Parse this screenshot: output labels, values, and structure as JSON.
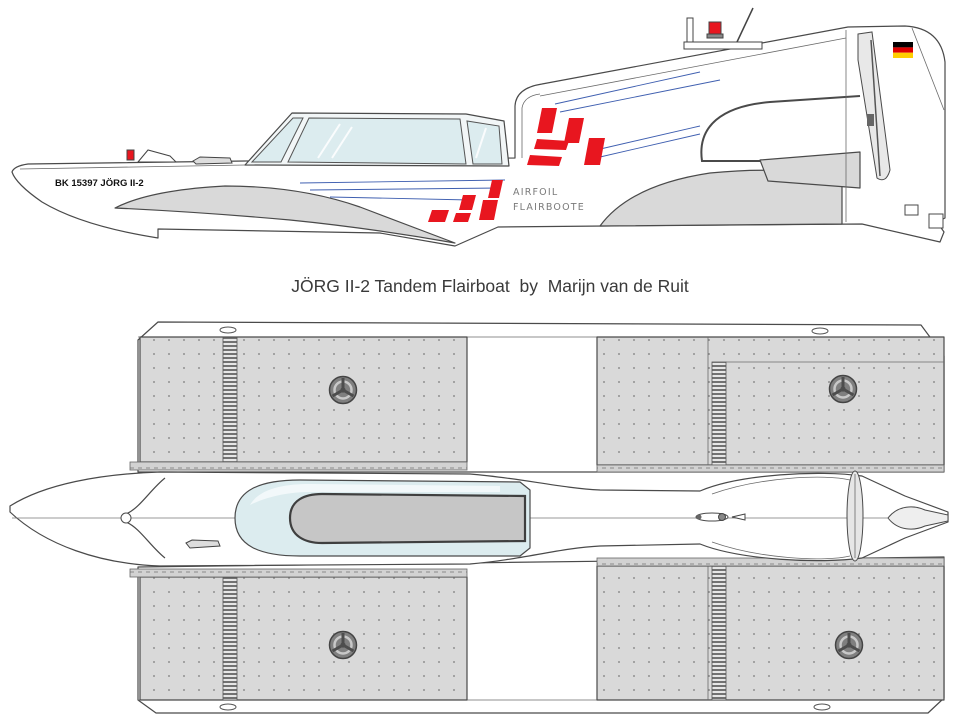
{
  "side_view": {
    "hull_registration": "BK 15397 JÖRG II-2",
    "airfoil_label_line1": "AIRFOIL",
    "airfoil_label_line2": "FLAIRBOOTE",
    "flag_icon": "german-flag-icon"
  },
  "caption": "JÖRG II-2 Tandem Flairboat  by  Marijn van de Ruit",
  "colors": {
    "hull": "#ffffff",
    "panel": "#d9d9d9",
    "stripes": "#e8161f",
    "canopy": "#dcecef",
    "outline": "#4a4a4a",
    "pinstripe": "#3f5fb0"
  }
}
